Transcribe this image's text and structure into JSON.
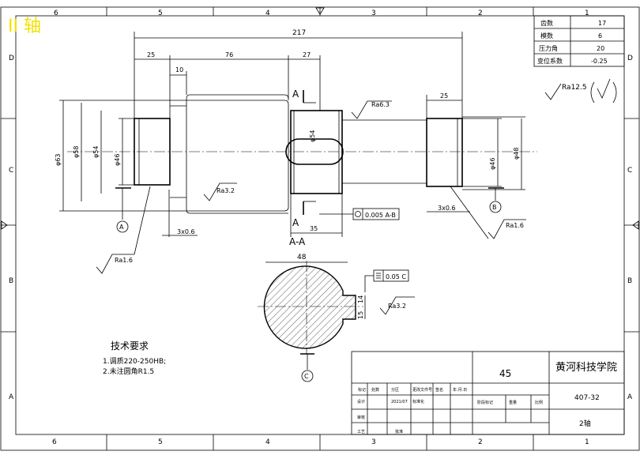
{
  "drawing": {
    "title": "II 轴",
    "border_cols": [
      "6",
      "5",
      "4",
      "3",
      "2",
      "1"
    ],
    "border_rows": [
      "D",
      "C",
      "B",
      "A"
    ]
  },
  "params_table": [
    {
      "label": "齿数",
      "value": "17"
    },
    {
      "label": "模数",
      "value": "6"
    },
    {
      "label": "压力角",
      "value": "20"
    },
    {
      "label": "变位系数",
      "value": "-0.25"
    }
  ],
  "dimensions": {
    "total_length": "217",
    "seg_25_left": "25",
    "seg_76": "76",
    "seg_27": "27",
    "seg_10": "10",
    "seg_25_right": "25",
    "seg_35": "35",
    "dia_58": "φ58",
    "dia_54": "φ54",
    "dia_63": "φ63",
    "dia_46_left": "φ46",
    "dia_46_right": "φ46",
    "dia_48": "φ48",
    "dia_54_key": "φ54",
    "chamfer_left": "3x0.6",
    "chamfer_right": "3x0.6",
    "section_dia": "48",
    "key_depth": "15",
    "key_width": "14"
  },
  "surface": {
    "global_roughness": "Ra12.5",
    "ra_63": "Ra6.3",
    "ra_32_a": "Ra3.2",
    "ra_16_left": "Ra1.6",
    "ra_16_right": "Ra1.6",
    "ra_32_section": "Ra3.2"
  },
  "tolerances": {
    "runout": "0.005 A-B",
    "symmetry": "0.05 C"
  },
  "datums": {
    "a": "A",
    "b": "B",
    "c": "C"
  },
  "section": {
    "label_top": "A",
    "label_bottom": "A",
    "section_name": "A-A"
  },
  "tech_requirements": {
    "heading": "技术要求",
    "items": [
      "1.调质220-250HB;",
      "2.未注圆角R1.5"
    ]
  },
  "title_block": {
    "material": "45",
    "school": "黄河科技学院",
    "drawing_no": "407-32",
    "part_name": "2轴",
    "row_labels": [
      "标记",
      "处数",
      "分区",
      "更改文件号",
      "签名",
      "年.月.日"
    ],
    "design_label": "设计",
    "std_label": "标准化",
    "stage_label": "阶段标记",
    "weight_label": "重量",
    "scale_label": "比例",
    "review_label": "审核",
    "craft_label": "工艺",
    "approve_label": "批准",
    "date_val": "2021/07"
  }
}
